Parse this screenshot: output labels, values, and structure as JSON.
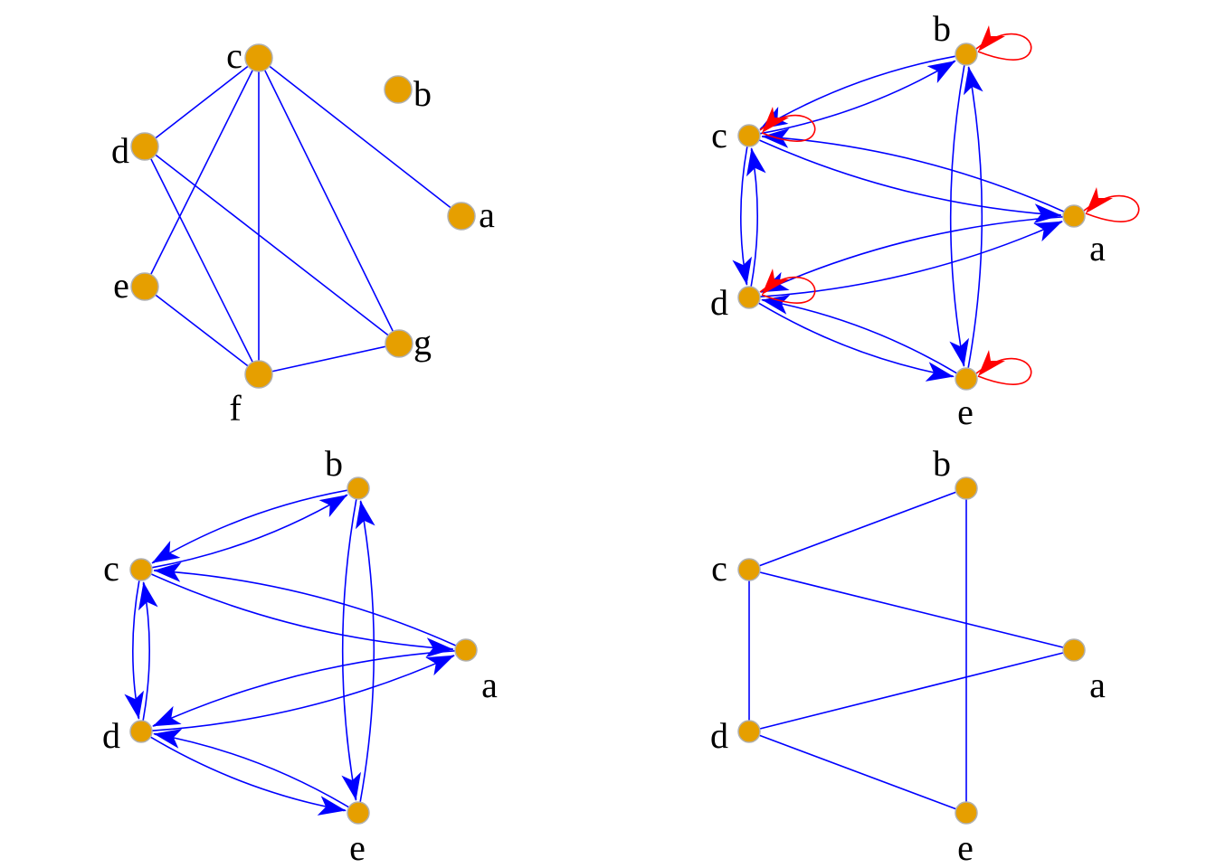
{
  "colors": {
    "node_fill": "#E69F00",
    "node_stroke": "#B0B0B0",
    "edge": "#0000FF",
    "loop": "#FF0000",
    "label": "#000000",
    "background": "#FFFFFF"
  },
  "graphs": [
    {
      "id": "g1",
      "directed": false,
      "nodes": [
        "a",
        "b",
        "c",
        "d",
        "e",
        "f",
        "g"
      ],
      "edges": [
        [
          "a",
          "c"
        ],
        [
          "c",
          "d"
        ],
        [
          "c",
          "e"
        ],
        [
          "c",
          "f"
        ],
        [
          "c",
          "g"
        ],
        [
          "d",
          "f"
        ],
        [
          "d",
          "g"
        ],
        [
          "e",
          "f"
        ],
        [
          "f",
          "g"
        ]
      ],
      "loops": []
    },
    {
      "id": "g2",
      "directed": true,
      "nodes": [
        "a",
        "b",
        "c",
        "d",
        "e"
      ],
      "edges": [
        [
          "c",
          "b"
        ],
        [
          "b",
          "c"
        ],
        [
          "a",
          "c"
        ],
        [
          "c",
          "a"
        ],
        [
          "c",
          "d"
        ],
        [
          "d",
          "c"
        ],
        [
          "a",
          "d"
        ],
        [
          "d",
          "a"
        ],
        [
          "b",
          "e"
        ],
        [
          "e",
          "b"
        ],
        [
          "d",
          "e"
        ],
        [
          "e",
          "d"
        ]
      ],
      "loops": [
        "a",
        "b",
        "c",
        "d",
        "e"
      ]
    },
    {
      "id": "g3",
      "directed": true,
      "nodes": [
        "a",
        "b",
        "c",
        "d",
        "e"
      ],
      "edges": [
        [
          "c",
          "b"
        ],
        [
          "b",
          "c"
        ],
        [
          "a",
          "c"
        ],
        [
          "c",
          "a"
        ],
        [
          "c",
          "d"
        ],
        [
          "d",
          "c"
        ],
        [
          "a",
          "d"
        ],
        [
          "d",
          "a"
        ],
        [
          "b",
          "e"
        ],
        [
          "e",
          "b"
        ],
        [
          "d",
          "e"
        ],
        [
          "e",
          "d"
        ]
      ],
      "loops": []
    },
    {
      "id": "g4",
      "directed": false,
      "nodes": [
        "a",
        "b",
        "c",
        "d",
        "e"
      ],
      "edges": [
        [
          "b",
          "c"
        ],
        [
          "c",
          "a"
        ],
        [
          "c",
          "d"
        ],
        [
          "d",
          "a"
        ],
        [
          "b",
          "e"
        ],
        [
          "d",
          "e"
        ]
      ],
      "loops": []
    }
  ]
}
